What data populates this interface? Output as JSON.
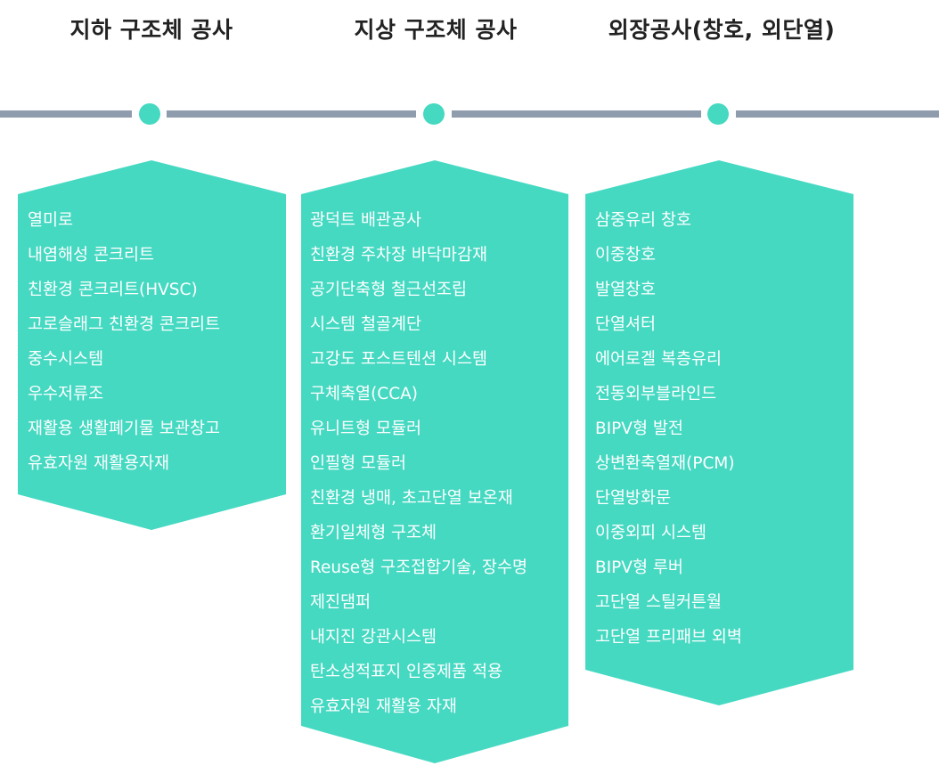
{
  "colors": {
    "accent": "#45d9c2",
    "line": "#8f9cae"
  },
  "columns": [
    {
      "title": "지하 구조체 공사",
      "items": [
        "열미로",
        "내염해성 콘크리트",
        "친환경 콘크리트(HVSC)",
        "고로슬래그 친환경 콘크리트",
        "중수시스템",
        "우수저류조",
        "재활용 생활폐기물 보관창고",
        "유효자원 재활용자재"
      ]
    },
    {
      "title": "지상 구조체 공사",
      "items": [
        "광덕트 배관공사",
        "친환경 주차장 바닥마감재",
        "공기단축형 철근선조립",
        "시스템 철골계단",
        "고강도 포스트텐션 시스템",
        "구체축열(CCA)",
        "유니트형 모듈러",
        "인필형 모듈러",
        "친환경 냉매, 초고단열 보온재",
        "환기일체형 구조체",
        "Reuse형 구조접합기술, 장수명",
        "제진댐퍼",
        "내지진 강관시스템",
        "탄소성적표지 인증제품 적용",
        "유효자원 재활용 자재"
      ]
    },
    {
      "title": "외장공사(창호, 외단열)",
      "items": [
        "삼중유리 창호",
        "이중창호",
        "발열창호",
        "단열셔터",
        "에어로겔 복층유리",
        "전동외부블라인드",
        "BIPV형 발전",
        "상변환축열재(PCM)",
        "단열방화문",
        "이중외피 시스템",
        "BIPV형 루버",
        "고단열 스틸커튼월",
        "고단열 프리패브 외벽"
      ]
    }
  ]
}
